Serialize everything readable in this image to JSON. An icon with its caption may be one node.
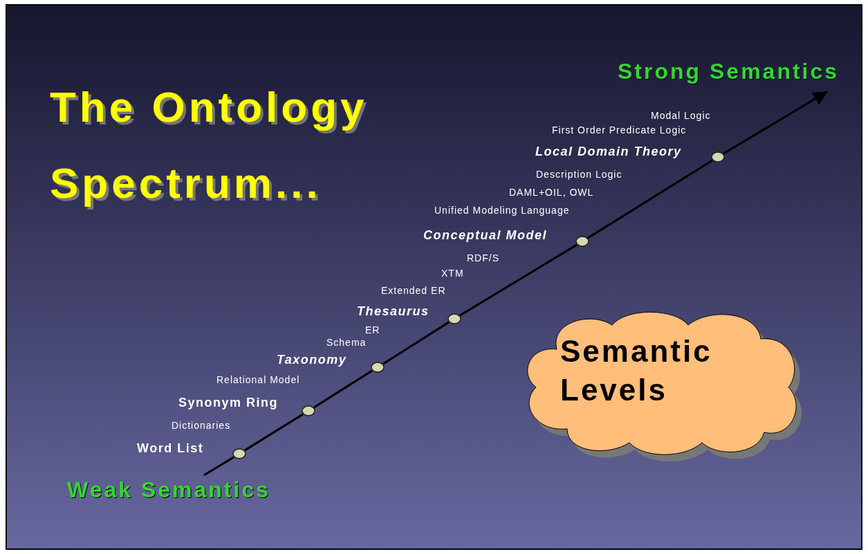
{
  "diagram": {
    "title": "The Ontology Spectrum...",
    "nodes": [
      {
        "text": [],
        "shape": "circle",
        "beside": [
          "Word List"
        ]
      },
      {
        "text": [],
        "shape": "circle",
        "beside": [
          "Synonym Ring"
        ]
      },
      {
        "text": [],
        "shape": "circle",
        "beside": [
          "Taxonomy"
        ]
      },
      {
        "text": [],
        "shape": "circle",
        "beside": [
          "Thesaurus"
        ]
      },
      {
        "text": [],
        "shape": "circle",
        "beside": [
          "Conceptual Model"
        ]
      },
      {
        "text": [],
        "shape": "circle",
        "beside": [
          "Local Domain Theory"
        ]
      },
      {
        "text": [
          "Semantic Levels"
        ]
      },
      {
        "text": [
          "Weak Semantics"
        ]
      },
      {
        "text": [
          "Strong Semantics"
        ]
      }
    ],
    "edges": [
      {
        "from": 7,
        "to": 0,
        "arrow": "none"
      },
      {
        "from": 0,
        "to": 1,
        "arrow": "none"
      },
      {
        "from": 1,
        "to": 2,
        "arrow": "none"
      },
      {
        "from": 2,
        "to": 3,
        "arrow": "none"
      },
      {
        "from": 3,
        "to": 4,
        "arrow": "none"
      },
      {
        "from": 4,
        "to": 5,
        "arrow": "none"
      },
      {
        "from": 5,
        "to": 8,
        "arrow": "to"
      }
    ],
    "labels": [
      "Modal Logic",
      "First Order Predicate Logic",
      "Description Logic",
      "DAML+OIL, OWL",
      "Unified Modeling Language",
      "RDF/S",
      "XTM",
      "Extended ER",
      "ER",
      "Schema",
      "Relational Model",
      "Dictionaries"
    ]
  }
}
